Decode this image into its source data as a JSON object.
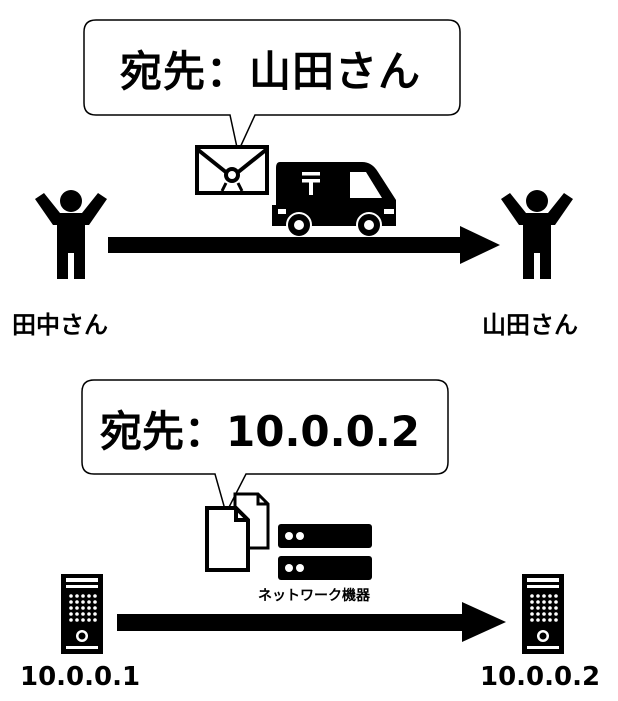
{
  "top": {
    "bubble_text": "宛先：山田さん",
    "sender_label": "田中さん",
    "receiver_label": "山田さん"
  },
  "bottom": {
    "bubble_text": "宛先：10.0.0.2",
    "device_label": "ネットワーク機器",
    "sender_label": "10.0.0.1",
    "receiver_label": "10.0.0.2"
  },
  "icons": {
    "letter": "envelope-icon",
    "vehicle": "mail-truck-icon",
    "person": "person-icon",
    "documents": "documents-icon",
    "network": "network-device-icon",
    "server": "server-icon"
  },
  "colors": {
    "ink": "#000000",
    "paper": "#ffffff"
  }
}
